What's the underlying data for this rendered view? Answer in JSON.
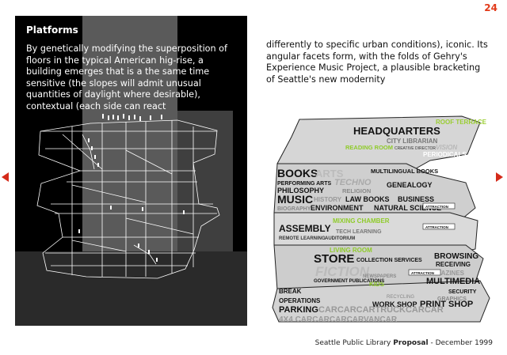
{
  "page_number": "24",
  "left_panel": {
    "title": "Platforms",
    "text": "By genetically modifying the superposition of floors in the typical American hig-rise, a building emerges that is a the same time sensitive (the slopes will admit unusual quantities of daylight where desirable), contextual (each side can react"
  },
  "right_text": "differently to specific urban conditions), iconic. Its angular facets form, with the folds of Gehry's Experience Music Project, a plausible bracketing of Seattle's new modernity",
  "diagram": {
    "roof_terrace": "ROOF TERRACE",
    "headquarters": "HEADQUARTERS",
    "city_librarian": "CITY LIBRARIAN",
    "creative_director": "CREATIVE DIRECTOR",
    "periodicals": "PERIODICALS",
    "vision": "VISION",
    "reading_room": "READING ROOM",
    "books": "BOOKS",
    "arts": "ARTS",
    "multilingual": "MULTILINGUAL BOOKS",
    "performing_arts": "PERFORMING ARTS",
    "techno": "TECHNO",
    "philosophy": "PHILOSOPHY",
    "religion": "RELIGION",
    "genealogy": "GENEALOGY",
    "music": "MUSIC",
    "history": "HISTORY",
    "law_books": "LAW BOOKS",
    "business": "BUSINESS",
    "biography": "BIOGRAPHY",
    "environment": "ENVIRONMENT",
    "natural_science": "NATURAL SCIENCE",
    "mixing_chamber": "MIXING CHAMBER",
    "assembly": "ASSEMBLY",
    "tech_learning": "TECH LEARNING",
    "remote_learning": "REMOTE LEARNING",
    "auditorium": "AUDITORIUM",
    "living_room": "LIVING ROOM",
    "store": "STORE",
    "browsing": "BROWSING",
    "collection": "COLLECTION SERVICES",
    "receiving": "RECEIVING",
    "fiction": "FICTION",
    "magazines": "MAGAZINES",
    "government": "GOVERNMENT PUBLICATIONS",
    "newspapers": "NEWSPAPERS",
    "multimedia": "MULTIMEDIA",
    "kids": "KIDS",
    "security": "SECURITY",
    "break": "BREAK",
    "graphics": "GRAPHICS",
    "recycling": "RECYCLING",
    "work_shop": "WORK SHOP",
    "print_shop": "PRINT SHOP",
    "operations": "OPERATIONS",
    "parking": "PARKING",
    "carcar": "CARCARCARTRUCKCARCAR",
    "van": "4X4 CARCARCARCARVANCAR",
    "attraction": "ATTRACTION"
  },
  "footer": {
    "prefix": "Seattle Public Library",
    "bold": "Proposal",
    "suffix": " - December 1999"
  },
  "colors": {
    "accent_red": "#e23a1a",
    "label_green": "#9acd32"
  }
}
